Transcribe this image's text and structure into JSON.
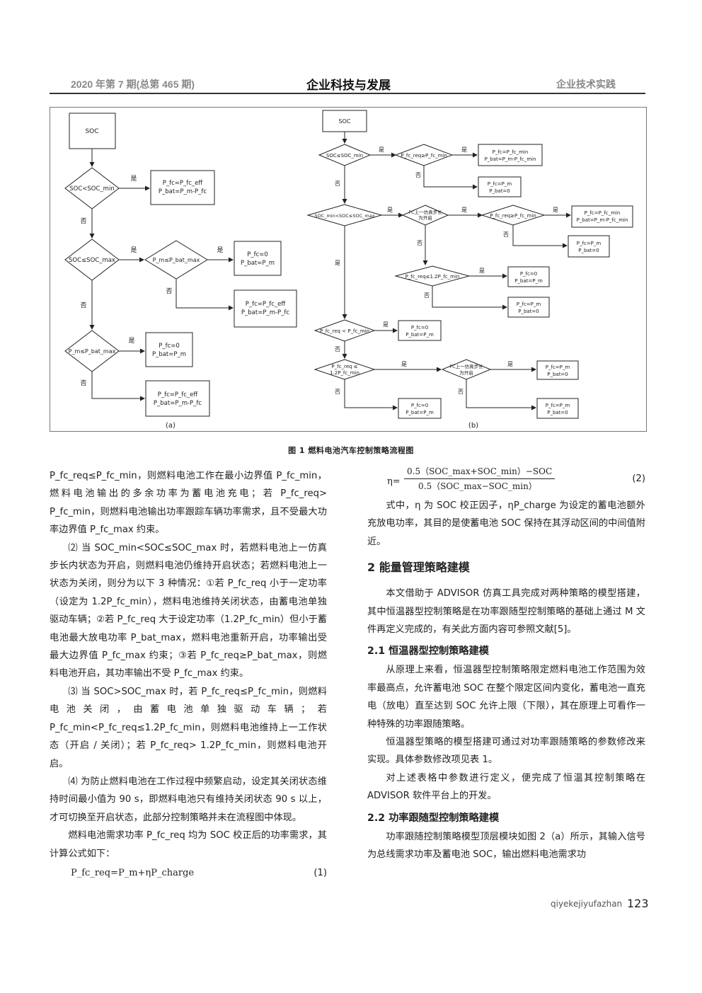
{
  "header": {
    "left": "2020 年第 7 期(总第 465 期)",
    "center": "企业科技与发展",
    "right": "企业技术实践"
  },
  "figure": {
    "caption": "图 1   燃料电池汽车控制策略流程图",
    "label_a": "(a)",
    "label_b": "(b)",
    "a": {
      "soc": "SOC",
      "d1": "SOC<SOC_min",
      "r1": [
        "P_fc=P_fc_eff",
        "P_bat=P_m-P_fc"
      ],
      "d2": "SOC≤SOC_max",
      "d3": "P_m≤P_bat_max",
      "r2": [
        "P_fc=0",
        "P_bat=P_m"
      ],
      "r3": [
        "P_fc=P_fc_eff",
        "P_bat=P_m-P_fc"
      ],
      "d4": "P_m≤P_bat_max",
      "r4": [
        "P_fc=0",
        "P_bat=P_m"
      ],
      "r5": [
        "P_fc=P_fc_eff",
        "P_bat=P_m-P_fc"
      ],
      "yes": "是",
      "no": "否"
    },
    "b": {
      "soc": "SOC",
      "d1": "SOC≤SOC_min",
      "d1b": "P_fc_req≥P_fc_min",
      "r1": [
        "P_fc=P_fc_min",
        "P_bat=P_m-P_fc_min"
      ],
      "r2": [
        "P_fc=P_m",
        "P_bat=0"
      ],
      "d2": "SOC_min<SOC≤SOC_max",
      "d2b": [
        "FC上一仿真步长",
        "为开启"
      ],
      "d2c": "P_fc_req≥P_fc_min",
      "r3": [
        "P_fc=P_fc_min",
        "P_bat=P_m-P_fc_min"
      ],
      "r4": [
        "P_fc=P_m",
        "P_bat=0"
      ],
      "d2d": "P_fc_req≤1.2P_fc_min",
      "r5": [
        "P_fc=0",
        "P_bat=P_m"
      ],
      "r6": [
        "P_fc=P_m",
        "P_bat=0"
      ],
      "d3": "P_fc_req < P_fc_min",
      "r7": [
        "P_fc=0",
        "P_bat=P_m"
      ],
      "d4": [
        "P_fc_req ≤",
        "1.2P_fc_min"
      ],
      "d4b": [
        "FC上一仿真步长",
        "为开启"
      ],
      "r8": [
        "P_fc=P_m",
        "P_bat=0"
      ],
      "r9": [
        "P_fc=P_m",
        "P_bat=0"
      ],
      "r10": [
        "P_fc=0",
        "P_bat=P_m"
      ],
      "yes": "是",
      "no": "否"
    }
  },
  "left_column": {
    "p1": "P_fc_req≤P_fc_min，则燃料电池工作在最小边界值 P_fc_min，燃料电池输出的多余功率为蓄电池充电；若 P_fc_req> P_fc_min，则燃料电池输出功率跟踪车辆功率需求，且不受最大功率边界值 P_fc_max 约束。",
    "p2": "⑵ 当 SOC_min<SOC≤SOC_max 时，若燃料电池上一仿真步长内状态为开启，则燃料电池仍维持开启状态；若燃料电池上一状态为关闭，则分为以下 3 种情况：①若 P_fc_req 小于一定功率（设定为 1.2P_fc_min），燃料电池维持关闭状态，由蓄电池单独驱动车辆；②若 P_fc_req 大于设定功率（1.2P_fc_min）但小于蓄电池最大放电功率 P_bat_max，燃料电池重新开启，功率输出受最大边界值 P_fc_max 约束；③若 P_fc_req≥P_bat_max，则燃料电池开启，其功率输出不受 P_fc_max 约束。",
    "p3": "⑶ 当 SOC>SOC_max 时，若 P_fc_req≤P_fc_min，则燃料电池关闭，由蓄电池单独驱动车辆；若 P_fc_min<P_fc_req≤1.2P_fc_min，则燃料电池维持上一工作状态（开启 / 关闭）；若 P_fc_req> 1.2P_fc_min，则燃料电池开启。",
    "p4": "⑷ 为防止燃料电池在工作过程中频繁启动，设定其关闭状态维持时间最小值为 90 s，即燃料电池只有维持关闭状态 90 s 以上，才可切换至开启状态，此部分控制策略并未在流程图中体现。",
    "p5": "燃料电池需求功率 P_fc_req 均为 SOC 校正后的功率需求，其计算公式如下：",
    "formula1": "P_fc_req=P_m+ηP_charge",
    "formula1_no": "(1)"
  },
  "right_column": {
    "formula2_lhs": "η=",
    "formula2_num": "0.5（SOC_max+SOC_min）−SOC",
    "formula2_den": "0.5（SOC_max−SOC_min）",
    "formula2_no": "(2)",
    "p1": "式中，η 为 SOC 校正因子，ηP_charge 为设定的蓄电池额外充放电功率，其目的是使蓄电池 SOC 保持在其浮动区间的中间值附近。",
    "s2": "2   能量管理策略建模",
    "p2": "本文借助于 ADVISOR 仿真工具完成对两种策略的模型搭建，其中恒温器型控制策略是在功率跟随型控制策略的基础上通过 M 文件再定义完成的，有关此方面内容可参照文献[5]。",
    "s21": "2.1   恒温器型控制策略建模",
    "p3": "从原理上来看，恒温器型控制策略限定燃料电池工作范围为效率最高点，允许蓄电池 SOC 在整个限定区间内变化，蓄电池一直充电（放电）直至达到 SOC 允许上限（下限），其在原理上可看作一种特殊的功率跟随策略。",
    "p4": "恒温器型策略的模型搭建可通过对功率跟随策略的参数修改来实现。具体参数修改项见表 1。",
    "p5": "对上述表格中参数进行定义，便完成了恒温其控制策略在 ADVISOR 软件平台上的开发。",
    "s22": "2.2   功率跟随型控制策略建模",
    "p6": "功率跟随控制策略模型顶层模块如图 2（a）所示，其输入信号为总线需求功率及蓄电池 SOC，输出燃料电池需求功"
  },
  "footer": {
    "site": "qiyekejiyufazhan",
    "page": "123"
  }
}
